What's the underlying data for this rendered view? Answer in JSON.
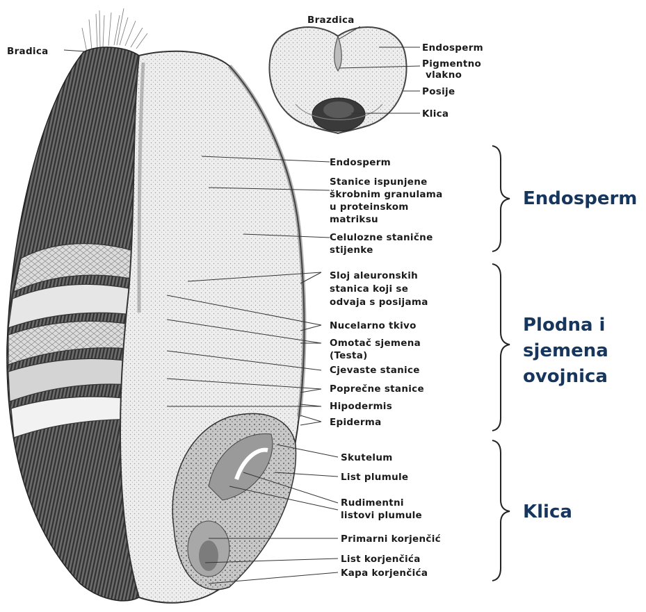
{
  "top_section": {
    "labels": [
      "Brazdica",
      "Endosperm",
      "Pigmentno",
      "vlakno",
      "Posije",
      "Klica"
    ]
  },
  "main_section": {
    "left_label": "Bradica",
    "labels": [
      "Endosperm",
      "Stanice ispunjene",
      "škrobnim granulama",
      "u proteinskom",
      "matriksu",
      "Celulozne stanične",
      "stijenke",
      "Sloj aleuronskih",
      "stanica koji se",
      "odvaja s posijama",
      "Nucelarno tkivo",
      "Omotač sjemena",
      "(Testa)",
      "Cjevaste stanice",
      "Poprečne stanice",
      "Hipodermis",
      "Epiderma",
      "Skutelum",
      "List plumule",
      "Rudimentni",
      "listovi plumule",
      "Primarni korjenčić",
      "List korjenčića",
      "Kapa korjenčića"
    ]
  },
  "groups": [
    "Endosperm",
    "Plodna i",
    "sjemena",
    "ovojnica",
    "Klica"
  ],
  "colors": {
    "group_text": "#17365d",
    "label_text": "#1a1a1a"
  }
}
